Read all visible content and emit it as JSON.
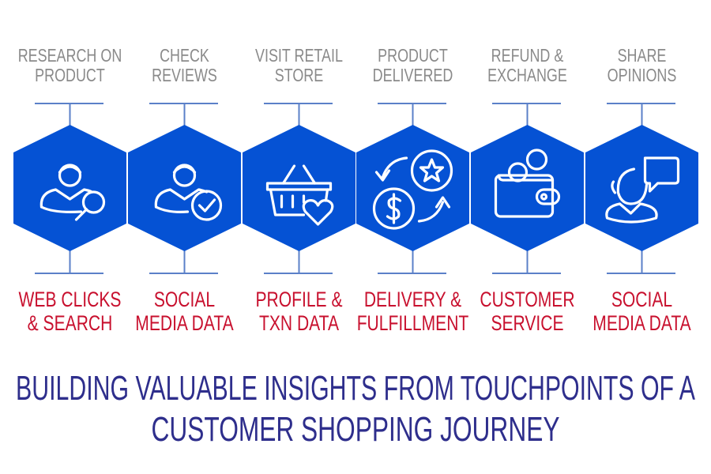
{
  "colors": {
    "hex": "#0552D4",
    "line": "#5B80C8",
    "top_text": "#8a8a8a",
    "bottom_text": "#c8102e",
    "title": "#2e2e8c"
  },
  "steps": [
    {
      "top": [
        "RESEARCH ON",
        "PRODUCT"
      ],
      "bottom": [
        "WEB CLICKS",
        "& SEARCH"
      ],
      "icon": "user-search-icon"
    },
    {
      "top": [
        "CHECK",
        "REVIEWS"
      ],
      "bottom": [
        "SOCIAL",
        "MEDIA DATA"
      ],
      "icon": "user-check-icon"
    },
    {
      "top": [
        "VISIT RETAIL",
        "STORE"
      ],
      "bottom": [
        "PROFILE &",
        "TXN DATA"
      ],
      "icon": "basket-heart-icon"
    },
    {
      "top": [
        "PRODUCT",
        "DELIVERED"
      ],
      "bottom": [
        "DELIVERY &",
        "FULFILLMENT"
      ],
      "icon": "exchange-dollar-star-icon"
    },
    {
      "top": [
        "REFUND &",
        "EXCHANGE"
      ],
      "bottom": [
        "CUSTOMER",
        "SERVICE"
      ],
      "icon": "wallet-icon"
    },
    {
      "top": [
        "SHARE",
        "OPINIONS"
      ],
      "bottom": [
        "SOCIAL",
        "MEDIA DATA"
      ],
      "icon": "user-speech-icon"
    }
  ],
  "title": [
    "BUILDING VALUABLE INSIGHTS FROM TOUCHPOINTS OF A",
    "CUSTOMER SHOPPING JOURNEY"
  ]
}
